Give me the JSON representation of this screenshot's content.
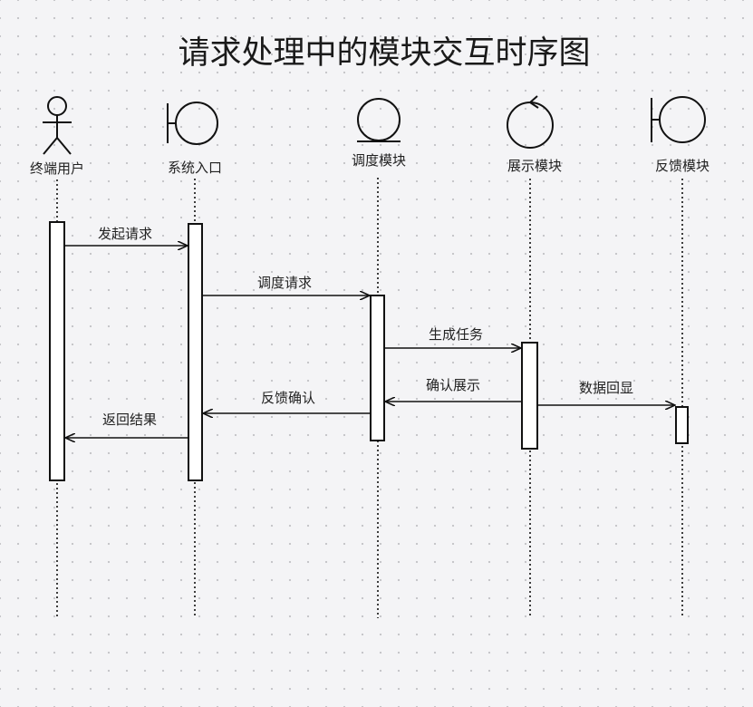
{
  "title": "请求处理中的模块交互时序图",
  "participants": [
    {
      "id": "user",
      "label": "终端用户",
      "shape": "actor"
    },
    {
      "id": "entry",
      "label": "系统入口",
      "shape": "boundary"
    },
    {
      "id": "sched",
      "label": "调度模块",
      "shape": "entity"
    },
    {
      "id": "display",
      "label": "展示模块",
      "shape": "control"
    },
    {
      "id": "feedback",
      "label": "反馈模块",
      "shape": "boundary"
    }
  ],
  "messages": [
    {
      "from": "user",
      "to": "entry",
      "label": "发起请求"
    },
    {
      "from": "entry",
      "to": "sched",
      "label": "调度请求"
    },
    {
      "from": "sched",
      "to": "display",
      "label": "生成任务"
    },
    {
      "from": "display",
      "to": "sched",
      "label": "确认展示"
    },
    {
      "from": "display",
      "to": "feedback",
      "label": "数据回显"
    },
    {
      "from": "sched",
      "to": "entry",
      "label": "反馈确认"
    },
    {
      "from": "entry",
      "to": "user",
      "label": "返回结果"
    }
  ]
}
